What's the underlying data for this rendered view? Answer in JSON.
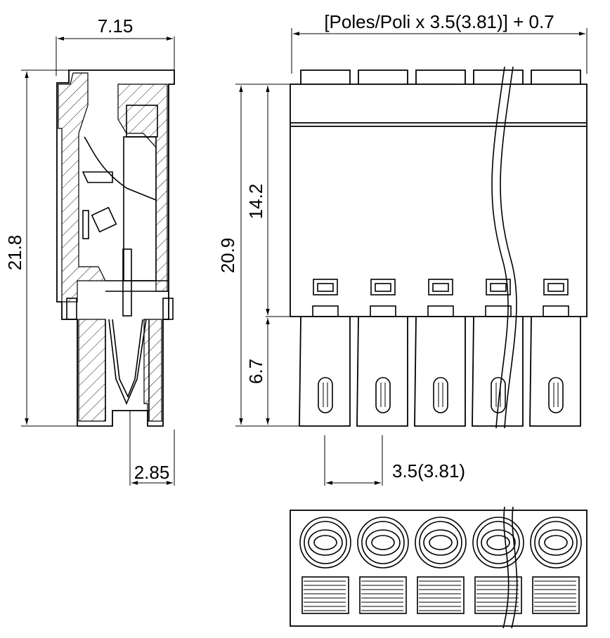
{
  "dimensions": {
    "width_side": "7.15",
    "total_width_formula": "[Poles/Poli x 3.5(3.81)] + 0.7",
    "height_total": "21.8",
    "height_front": "20.9",
    "height_upper": "14.2",
    "height_lower": "6.7",
    "pitch": "3.5(3.81)",
    "pin_offset": "2.85"
  },
  "poles": 5
}
